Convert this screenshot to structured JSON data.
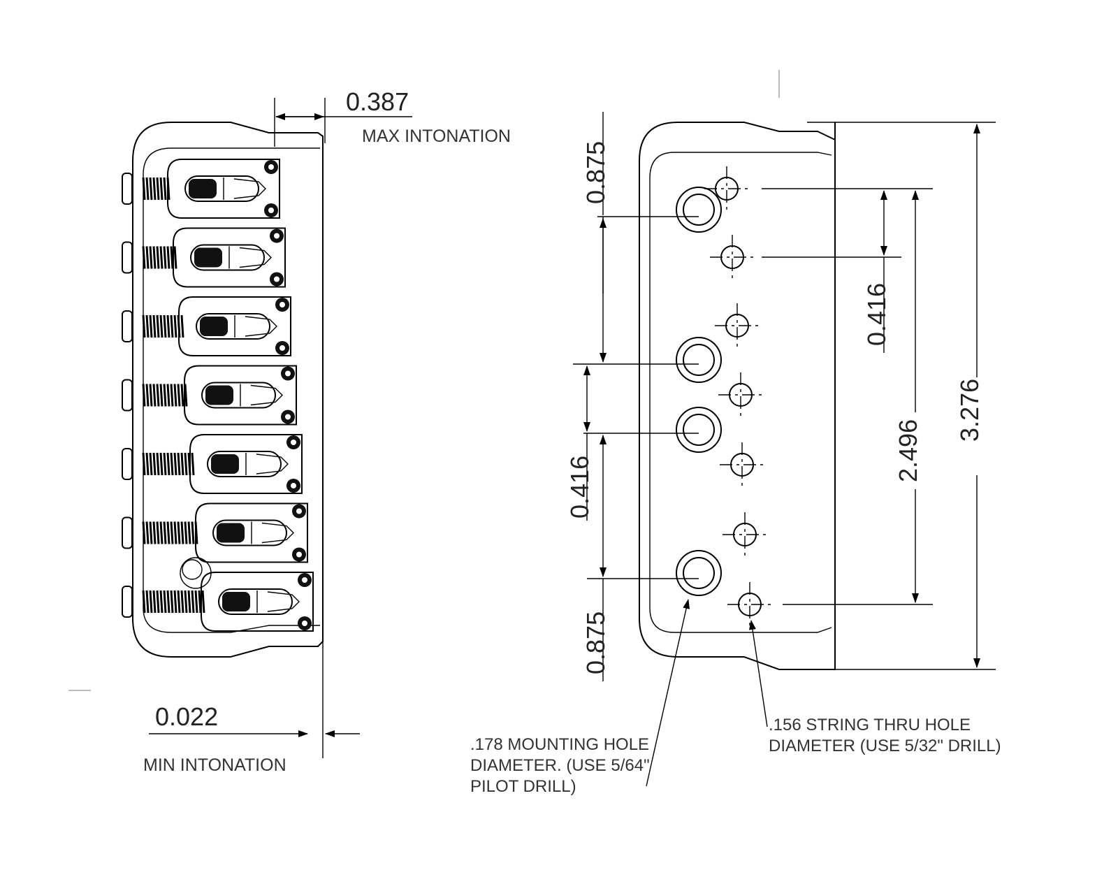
{
  "left_view": {
    "max_intonation_value": "0.387",
    "max_intonation_label": "MAX INTONATION",
    "min_intonation_value": "0.022",
    "min_intonation_label": "MIN INTONATION",
    "saddle_count": 7
  },
  "right_view": {
    "dim_top_edge": "0.875",
    "dim_bottom_edge": "0.875",
    "dim_mount_spacing": "0.416",
    "dim_string_spacing": "0.416",
    "dim_string_span": "2.496",
    "dim_overall_length": "3.276",
    "mounting_hole_note": [
      ".178 MOUNTING HOLE",
      "DIAMETER. (USE 5/64\"",
      "PILOT DRILL)"
    ],
    "string_hole_note": [
      ".156 STRING THRU HOLE",
      "DIAMETER (USE 5/32\" DRILL)"
    ]
  }
}
